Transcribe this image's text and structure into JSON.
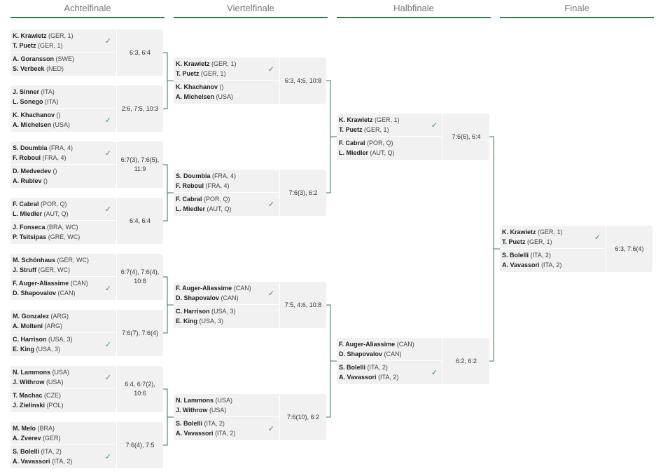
{
  "rounds": [
    {
      "name": "Achtelfinale",
      "matches": [
        {
          "t1": [
            {
              "name": "K. Krawietz",
              "info": "(GER, 1)"
            },
            {
              "name": "T. Puetz",
              "info": "(GER, 1)"
            }
          ],
          "t2": [
            {
              "name": "A. Goransson",
              "info": "(SWE)"
            },
            {
              "name": "S. Verbeek",
              "info": "(NED)"
            }
          ],
          "winner": 1,
          "score": "6:3, 6:4"
        },
        {
          "t1": [
            {
              "name": "J. Sinner",
              "info": "(ITA)"
            },
            {
              "name": "L. Sonego",
              "info": "(ITA)"
            }
          ],
          "t2": [
            {
              "name": "K. Khachanov",
              "info": "()"
            },
            {
              "name": "A. Michelsen",
              "info": "(USA)"
            }
          ],
          "winner": 2,
          "score": "2:6, 7:5, 10:3"
        },
        {
          "t1": [
            {
              "name": "S. Doumbia",
              "info": "(FRA, 4)"
            },
            {
              "name": "F. Reboul",
              "info": "(FRA, 4)"
            }
          ],
          "t2": [
            {
              "name": "D. Medvedev",
              "info": "()"
            },
            {
              "name": "A. Rublev",
              "info": "()"
            }
          ],
          "winner": 1,
          "score": "6:7(3), 7:6(5), 11:9"
        },
        {
          "t1": [
            {
              "name": "F. Cabral",
              "info": "(POR, Q)"
            },
            {
              "name": "L. Miedler",
              "info": "(AUT, Q)"
            }
          ],
          "t2": [
            {
              "name": "J. Fonseca",
              "info": "(BRA, WC)"
            },
            {
              "name": "P. Tsitsipas",
              "info": "(GRE, WC)"
            }
          ],
          "winner": 1,
          "score": "6:4, 6:4"
        },
        {
          "t1": [
            {
              "name": "M. Schönhaus",
              "info": "(GER, WC)"
            },
            {
              "name": "J. Struff",
              "info": "(GER, WC)"
            }
          ],
          "t2": [
            {
              "name": "F. Auger-Aliassime",
              "info": "(CAN)"
            },
            {
              "name": "D. Shapovalov",
              "info": "(CAN)"
            }
          ],
          "winner": 2,
          "score": "6:7(4), 7:6(4), 10:8"
        },
        {
          "t1": [
            {
              "name": "M. Gonzalez",
              "info": "(ARG)"
            },
            {
              "name": "A. Molteni",
              "info": "(ARG)"
            }
          ],
          "t2": [
            {
              "name": "C. Harrison",
              "info": "(USA, 3)"
            },
            {
              "name": "E. King",
              "info": "(USA, 3)"
            }
          ],
          "winner": 2,
          "score": "7:6(7), 7:6(4)"
        },
        {
          "t1": [
            {
              "name": "N. Lammons",
              "info": "(USA)"
            },
            {
              "name": "J. Withrow",
              "info": "(USA)"
            }
          ],
          "t2": [
            {
              "name": "T. Machac",
              "info": "(CZE)"
            },
            {
              "name": "J. Zielinski",
              "info": "(POL)"
            }
          ],
          "winner": 1,
          "score": "6:4, 6:7(2), 10:6"
        },
        {
          "t1": [
            {
              "name": "M. Melo",
              "info": "(BRA)"
            },
            {
              "name": "A. Zverev",
              "info": "(GER)"
            }
          ],
          "t2": [
            {
              "name": "S. Bolelli",
              "info": "(ITA, 2)"
            },
            {
              "name": "A. Vavassori",
              "info": "(ITA, 2)"
            }
          ],
          "winner": 2,
          "score": "7:6(4), 7:5"
        }
      ]
    },
    {
      "name": "Viertelfinale",
      "matches": [
        {
          "t1": [
            {
              "name": "K. Krawietz",
              "info": "(GER, 1)"
            },
            {
              "name": "T. Puetz",
              "info": "(GER, 1)"
            }
          ],
          "t2": [
            {
              "name": "K. Khachanov",
              "info": "()"
            },
            {
              "name": "A. Michelsen",
              "info": "(USA)"
            }
          ],
          "winner": 1,
          "score": "6:3, 4:6, 10:8"
        },
        {
          "t1": [
            {
              "name": "S. Doumbia",
              "info": "(FRA, 4)"
            },
            {
              "name": "F. Reboul",
              "info": "(FRA, 4)"
            }
          ],
          "t2": [
            {
              "name": "F. Cabral",
              "info": "(POR, Q)"
            },
            {
              "name": "L. Miedler",
              "info": "(AUT, Q)"
            }
          ],
          "winner": 2,
          "score": "7:6(3), 6:2"
        },
        {
          "t1": [
            {
              "name": "F. Auger-Aliassime",
              "info": "(CAN)"
            },
            {
              "name": "D. Shapovalov",
              "info": "(CAN)"
            }
          ],
          "t2": [
            {
              "name": "C. Harrison",
              "info": "(USA, 3)"
            },
            {
              "name": "E. King",
              "info": "(USA, 3)"
            }
          ],
          "winner": 1,
          "score": "7:5, 4:6, 10:8"
        },
        {
          "t1": [
            {
              "name": "N. Lammons",
              "info": "(USA)"
            },
            {
              "name": "J. Withrow",
              "info": "(USA)"
            }
          ],
          "t2": [
            {
              "name": "S. Bolelli",
              "info": "(ITA, 2)"
            },
            {
              "name": "A. Vavassori",
              "info": "(ITA, 2)"
            }
          ],
          "winner": 2,
          "score": "7:6(10), 6:2"
        }
      ]
    },
    {
      "name": "Halbfinale",
      "matches": [
        {
          "t1": [
            {
              "name": "K. Krawietz",
              "info": "(GER, 1)"
            },
            {
              "name": "T. Puetz",
              "info": "(GER, 1)"
            }
          ],
          "t2": [
            {
              "name": "F. Cabral",
              "info": "(POR, Q)"
            },
            {
              "name": "L. Miedler",
              "info": "(AUT, Q)"
            }
          ],
          "winner": 1,
          "score": "7:6(6), 6:4"
        },
        {
          "t1": [
            {
              "name": "F. Auger-Aliassime",
              "info": "(CAN)"
            },
            {
              "name": "D. Shapovalov",
              "info": "(CAN)"
            }
          ],
          "t2": [
            {
              "name": "S. Bolelli",
              "info": "(ITA, 2)"
            },
            {
              "name": "A. Vavassori",
              "info": "(ITA, 2)"
            }
          ],
          "winner": 2,
          "score": "6:2, 6:2"
        }
      ]
    },
    {
      "name": "Finale",
      "matches": [
        {
          "t1": [
            {
              "name": "K. Krawietz",
              "info": "(GER, 1)"
            },
            {
              "name": "T. Puetz",
              "info": "(GER, 1)"
            }
          ],
          "t2": [
            {
              "name": "S. Bolelli",
              "info": "(ITA, 2)"
            },
            {
              "name": "A. Vavassori",
              "info": "(ITA, 2)"
            }
          ],
          "winner": 1,
          "score": "6:3, 7:6(4)"
        }
      ]
    }
  ],
  "check_icon": "✓",
  "colors": {
    "accent": "#2f7d46",
    "check": "#2f9a4b",
    "card": "#f1f1f1"
  }
}
